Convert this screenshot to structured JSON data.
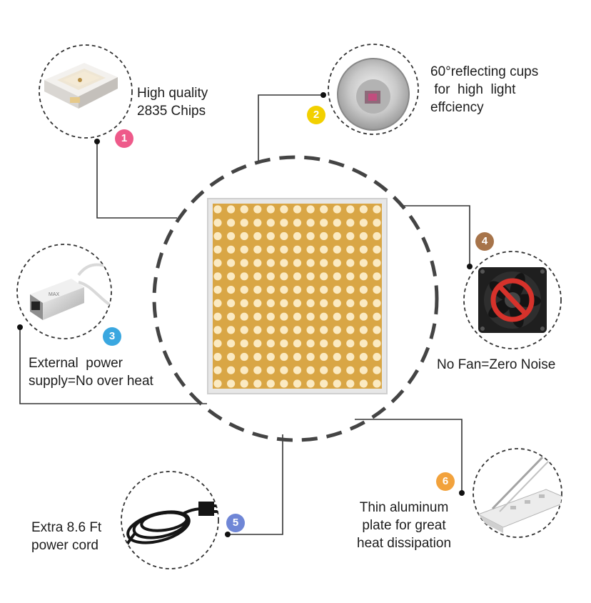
{
  "features": [
    {
      "num": "1",
      "color": "#ee5a8a",
      "text": "High quality\n2835 Chips",
      "icon": "led-chip-icon"
    },
    {
      "num": "2",
      "color": "#f2d000",
      "text": "60°reflecting cups\n for  high  light\neffciency",
      "icon": "reflector-cup-icon"
    },
    {
      "num": "3",
      "color": "#3aa7e0",
      "text": "External  power\nsupply=No over heat",
      "icon": "power-supply-icon"
    },
    {
      "num": "4",
      "color": "#a7744a",
      "text": "No Fan=Zero Noise",
      "icon": "no-fan-icon"
    },
    {
      "num": "5",
      "color": "#6f86d6",
      "text": "Extra 8.6 Ft\npower cord",
      "icon": "power-cord-icon"
    },
    {
      "num": "6",
      "color": "#f2a23c",
      "text": "Thin aluminum\nplate for great\nheat dissipation",
      "icon": "aluminum-plate-icon"
    }
  ],
  "colors": {
    "panel_gold": "#d9a645",
    "led_white": "#fbeac2",
    "panel_frame": "#e7e7e7",
    "dashed_stroke": "#444444"
  },
  "product": {
    "icon": "led-grow-light-panel"
  }
}
